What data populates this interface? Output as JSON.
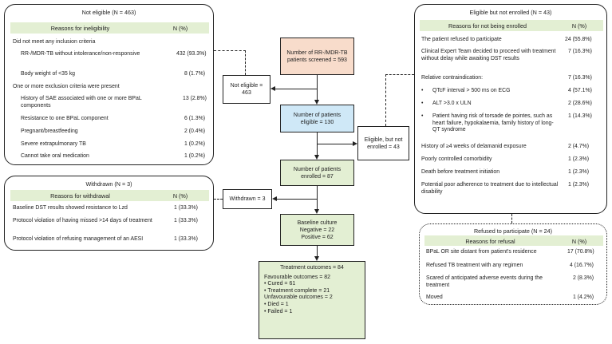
{
  "not_eligible": {
    "title": "Not eligible (N = 463)",
    "header": {
      "col1": "Reasons for ineligibility",
      "col2": "N (%)"
    },
    "rows": [
      {
        "label": "Did not meet any inclusion criteria",
        "value": ""
      },
      {
        "label": "RR-/MDR-TB without intolerance/non-responsive",
        "value": "432 (93.3%)"
      },
      {
        "label": "Body weight of <35 kg",
        "value": "8 (1.7%)"
      },
      {
        "label": "One or more exclusion criteria were present",
        "value": ""
      },
      {
        "label": "History of SAE associated with one or more BPaL components",
        "value": "13 (2.8%)"
      },
      {
        "label": "Resistance to one BPaL component",
        "value": "6 (1.3%)"
      },
      {
        "label": "Pregnant/breastfeeding",
        "value": "2 (0.4%)"
      },
      {
        "label": "Severe extrapulmonary TB",
        "value": "1 (0.2%)"
      },
      {
        "label": "Cannot take oral medication",
        "value": "1 (0.2%)"
      }
    ]
  },
  "withdrawn": {
    "title": "Withdrawn (N = 3)",
    "header": {
      "col1": "Reasons for withdrawal",
      "col2": "N (%)"
    },
    "rows": [
      {
        "label": "Baseline DST results showed resistance to Lzd",
        "value": "1 (33.3%)"
      },
      {
        "label": "Protocol violation of having missed >14 days of treatment",
        "value": "1 (33.3%)"
      },
      {
        "label": "Protocol violation of refusing management of an AESI",
        "value": "1 (33.3%)"
      }
    ]
  },
  "eligible_not_enrolled": {
    "title": "Eligible but not enrolled (N = 43)",
    "header": {
      "col1": "Reasons for not being enrolled",
      "col2": "N (%)"
    },
    "rows": [
      {
        "label": "The patient refused to participate",
        "value": "24 (55.8%)"
      },
      {
        "label": "Clinical Expert Team decided to proceed with treatment without delay while awaiting DST results",
        "value": "7 (16.3%)"
      },
      {
        "label": "Relative contraindication:",
        "value": "7 (16.3%)"
      },
      {
        "label": "QTcF interval > 500 ms on ECG",
        "value": "4 (57.1%)"
      },
      {
        "label": "ALT >3.0 x ULN",
        "value": "2 (28.6%)"
      },
      {
        "label": "Patient having risk of torsade de pointes, such as heart failure, hypokalaemia, family history of long-QT syndrome",
        "value": "1 (14.3%)"
      },
      {
        "label": "History of ≥4 weeks of delamanid exposure",
        "value": "2 (4.7%)"
      },
      {
        "label": "Poorly controlled comorbidity",
        "value": "1 (2.3%)"
      },
      {
        "label": "Death before treatment initiation",
        "value": "1 (2.3%)"
      },
      {
        "label": "Potential poor adherence to treatment due to intellectual disability",
        "value": "1 (2.3%)"
      }
    ]
  },
  "refused": {
    "title": "Refused to participate (N = 24)",
    "header": {
      "col1": "Reasons for refusal",
      "col2": "N (%)"
    },
    "rows": [
      {
        "label": "BPaL OR site distant from patient's residence",
        "value": "17 (70.8%)"
      },
      {
        "label": "Refused TB treatment with any regimen",
        "value": "4 (16.7%)"
      },
      {
        "label": "Scared of anticipated adverse events during the treatment",
        "value": "2 (8.3%)"
      },
      {
        "label": "Moved",
        "value": "1 (4.2%)"
      }
    ]
  },
  "flow": {
    "screened": "Number of RR-/MDR-TB patients screened = 593",
    "not_eligible": "Not eligible = 463",
    "eligible": "Number of patients eligible = 130",
    "eligible_not_enrolled": "Eligible, but not enrolled = 43",
    "enrolled": "Number of patients enrolled = 87",
    "withdrawn": "Withdrawn = 3",
    "baseline_title": "Baseline culture",
    "baseline_negative": "Negative = 22",
    "baseline_positive": "Positive = 62"
  },
  "outcomes": {
    "title": "Treatment outcomes = 84",
    "favourable": "Favourable outcomes = 82",
    "cured": "Cured = 61",
    "complete": "Treatment complete = 21",
    "unfavourable": "Unfavourable outcomes = 2",
    "died": "Died = 1",
    "failed": "Failed = 1"
  }
}
